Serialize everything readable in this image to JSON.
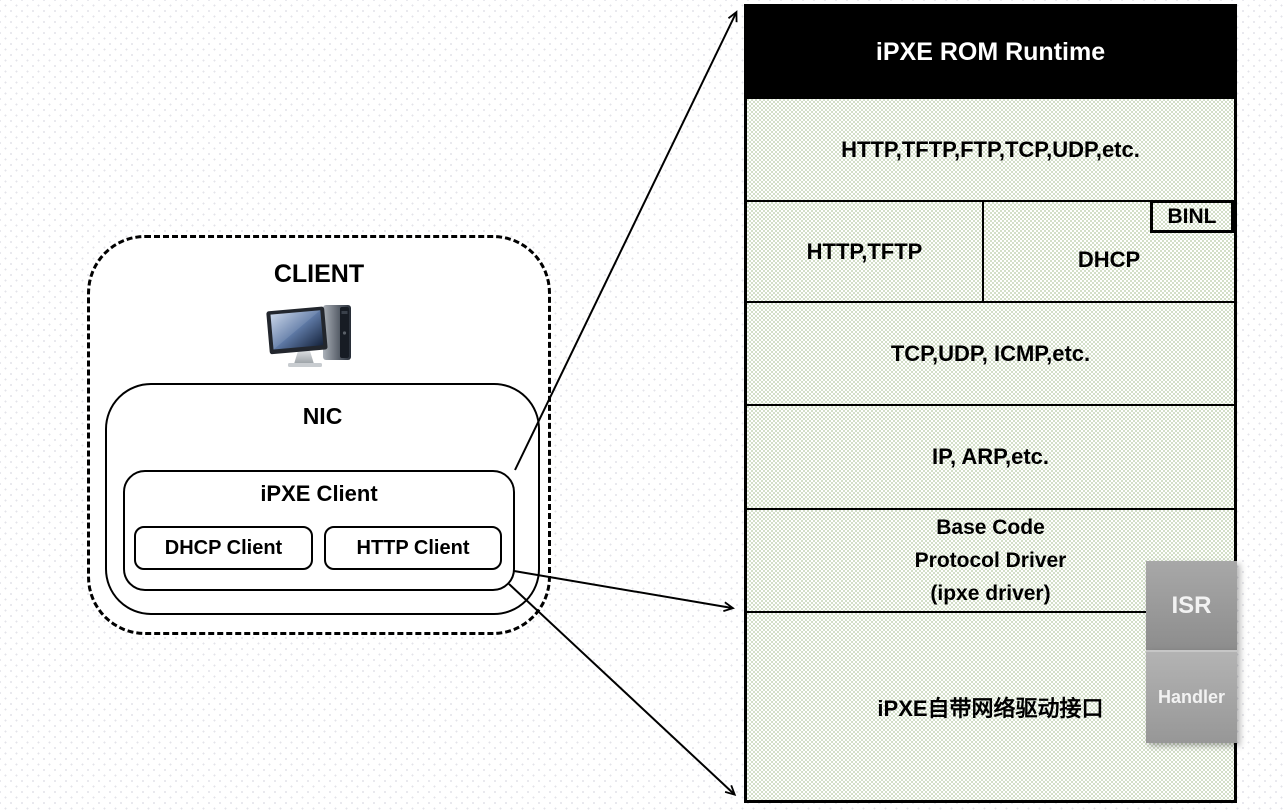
{
  "client": {
    "title": "CLIENT",
    "computer_icon": "desktop-computer-icon",
    "nic": "NIC",
    "ipxe_client": "iPXE Client",
    "dhcp_client": "DHCP Client",
    "http_client": "HTTP Client"
  },
  "stack": {
    "header": "iPXE ROM Runtime",
    "app_layer": "HTTP,TFTP,FTP,TCP,UDP,etc.",
    "transfer_left": "HTTP,TFTP",
    "transfer_right": "DHCP",
    "binl": "BINL",
    "transport_layer": "TCP,UDP, ICMP,etc.",
    "network_layer": "IP, ARP,etc.",
    "base_code_lines": [
      "Base Code",
      "Protocol Driver",
      "(ipxe driver)"
    ],
    "driver_layer": "iPXE自带网络驱动接口",
    "isr": "ISR",
    "handler": "Handler"
  },
  "colors": {
    "layer_fill": "#e4ebdc",
    "layer_fill_texture": "#d3dfc8",
    "header_bg": "#000000",
    "header_text": "#ffffff",
    "isr_gray": "#9a9a9a",
    "handler_gray": "#a5a5a5",
    "line": "#000000",
    "screen_blue": "#5f7aa6"
  }
}
